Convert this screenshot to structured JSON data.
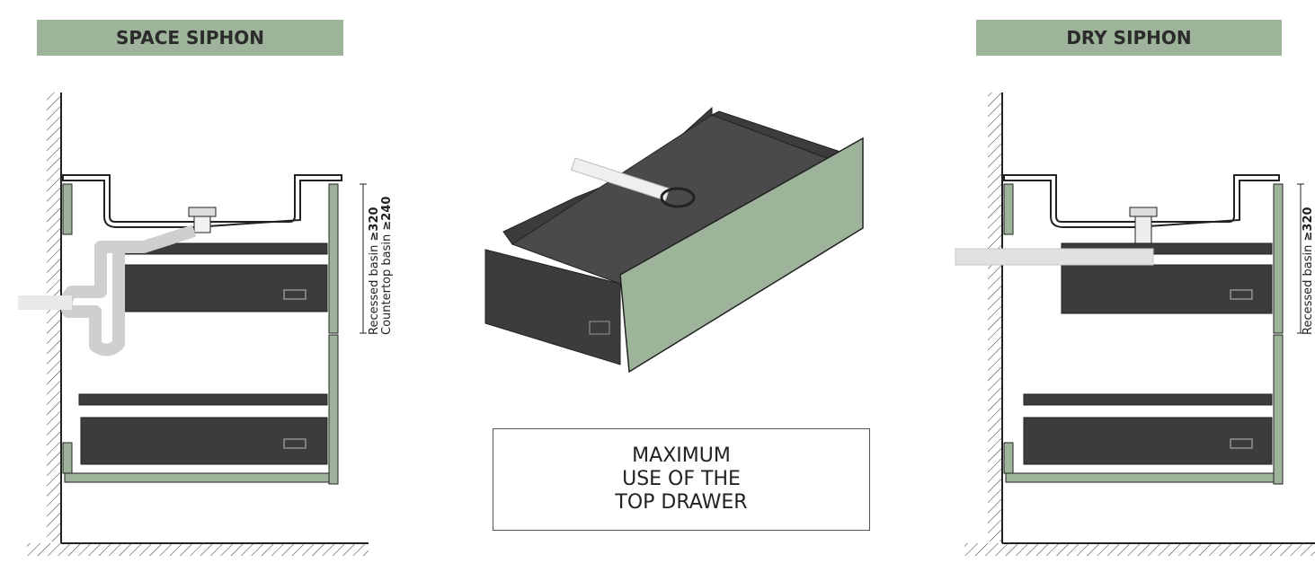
{
  "colors": {
    "green": "#9db39a",
    "dark": "#3c3c3e",
    "outline": "#222222",
    "pipe": "#e6e6e6"
  },
  "left_panel": {
    "title": "SPACE SIPHON",
    "dimension_line1_text": "Recessed basin ",
    "dimension_line1_value": "≥320",
    "dimension_line2_text": "Countertop basin ",
    "dimension_line2_value": "≥240"
  },
  "center_panel": {
    "caption_lines": [
      "MAXIMUM",
      "USE OF THE",
      "TOP DRAWER"
    ]
  },
  "right_panel": {
    "title": "DRY SIPHON",
    "dimension_line1_text": "Recessed basin ",
    "dimension_line1_value": "≥320"
  }
}
